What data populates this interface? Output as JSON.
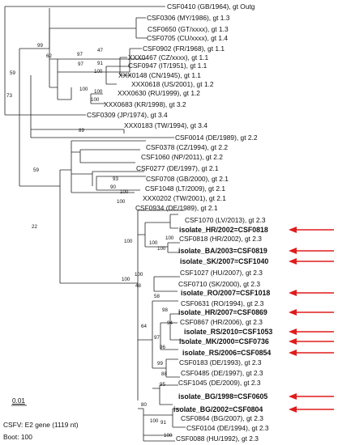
{
  "leaves": [
    {
      "label": "CSF0410 (GB/1964), gt Outg",
      "bold": false,
      "arrow": false
    },
    {
      "label": "CSF0306 (MY/1986), gt 1.3",
      "bold": false,
      "arrow": false
    },
    {
      "label": "CSF0650 (GT/xxxx), gt 1.3",
      "bold": false,
      "arrow": false
    },
    {
      "label": "CSF0705 (CU/xxxx), gt 1.4",
      "bold": false,
      "arrow": false
    },
    {
      "label": "CSF0902 (FR/1968), gt 1.1",
      "bold": false,
      "arrow": false
    },
    {
      "label": "XXX0467 (CZ/xxxx), gt 1.1",
      "bold": false,
      "arrow": false
    },
    {
      "label": "CSF0947 (IT/1951), gt 1.1",
      "bold": false,
      "arrow": false
    },
    {
      "label": "XXX0148 (CN/1945), gt 1.1",
      "bold": false,
      "arrow": false
    },
    {
      "label": "XXX0618 (US/2001), gt 1.2",
      "bold": false,
      "arrow": false
    },
    {
      "label": "XXX0630 (RU/1999), gt 1.2",
      "bold": false,
      "arrow": false
    },
    {
      "label": "XXX0683 (KR/1998), gt 3.2",
      "bold": false,
      "arrow": false
    },
    {
      "label": "CSF0309 (JP/1974), gt 3.4",
      "bold": false,
      "arrow": false
    },
    {
      "label": "XXX0183 (TW/1994), gt 3.4",
      "bold": false,
      "arrow": false
    },
    {
      "label": "CSF0014 (DE/1989), gt 2.2",
      "bold": false,
      "arrow": false
    },
    {
      "label": "CSF0378 (CZ/1994), gt 2.2",
      "bold": false,
      "arrow": false
    },
    {
      "label": "CSF1060 (NP/2011), gt 2.2",
      "bold": false,
      "arrow": false
    },
    {
      "label": "CSF0277 (DE/1997), gt 2.1",
      "bold": false,
      "arrow": false
    },
    {
      "label": "CSF0708 (GB/2000), gt 2.1",
      "bold": false,
      "arrow": false
    },
    {
      "label": "CSF1048 (LT/2009), gt 2.1",
      "bold": false,
      "arrow": false
    },
    {
      "label": "XXX0202 (TW/2001), gt 2.1",
      "bold": false,
      "arrow": false
    },
    {
      "label": "CSF0934 (DE/1989), gt 2.1",
      "bold": false,
      "arrow": false
    },
    {
      "label": "CSF1070 (LV/2013), gt 2.3",
      "bold": false,
      "arrow": false
    },
    {
      "label": "isolate_HR/2002=CSF0818",
      "bold": true,
      "arrow": true
    },
    {
      "label": "CSF0818 (HR/2002), gt 2.3",
      "bold": false,
      "arrow": false
    },
    {
      "label": "isolate_BA/2003=CSF0819",
      "bold": true,
      "arrow": true
    },
    {
      "label": "isolate_SK/2007=CSF1040",
      "bold": true,
      "arrow": true
    },
    {
      "label": "CSF1027 (HU/2007), gt 2.3",
      "bold": false,
      "arrow": false
    },
    {
      "label": "CSF0710 (SK/2000), gt 2.3",
      "bold": false,
      "arrow": false
    },
    {
      "label": "isolate_RO/2007=CSF1018",
      "bold": true,
      "arrow": true
    },
    {
      "label": "CSF0631 (RO/1994), gt 2.3",
      "bold": false,
      "arrow": false
    },
    {
      "label": "isolate_HR/2007=CSF0869",
      "bold": true,
      "arrow": true
    },
    {
      "label": "CSF0867 (HR/2006), gt 2.3",
      "bold": false,
      "arrow": false
    },
    {
      "label": "isolate_RS/2010=CSF1053",
      "bold": true,
      "arrow": true
    },
    {
      "label": "isolate_MK/2000=CSF0736",
      "bold": true,
      "arrow": true
    },
    {
      "label": "isolate_RS/2006=CSF0854",
      "bold": true,
      "arrow": true
    },
    {
      "label": "CSF0183 (DE/1993), gt 2.3",
      "bold": false,
      "arrow": false
    },
    {
      "label": "CSF0485 (DE/1997), gt 2.3",
      "bold": false,
      "arrow": false
    },
    {
      "label": "CSF1045 (DE/2009), gt 2.3",
      "bold": false,
      "arrow": false
    },
    {
      "label": "isolate_BG/1998=CSF0605",
      "bold": true,
      "arrow": true
    },
    {
      "label": "isolate_BG/2002=CSF0804",
      "bold": true,
      "arrow": true
    },
    {
      "label": "CSF0864 (BG/2007), gt 2.3",
      "bold": false,
      "arrow": false
    },
    {
      "label": "CSF0104 (DE/1994), gt 2.3",
      "bold": false,
      "arrow": false
    },
    {
      "label": "CSF0088 (HU/1992), gt 2.3",
      "bold": false,
      "arrow": false
    }
  ],
  "bootstrap_values": [
    "99",
    "62",
    "97",
    "47",
    "91",
    "100",
    "100",
    "59",
    "73",
    "97",
    "100",
    "100",
    "89",
    "59",
    "93",
    "90",
    "100",
    "100",
    "22",
    "100",
    "100",
    "100",
    "100",
    "48",
    "58",
    "100",
    "98",
    "94",
    "64",
    "97",
    "96",
    "99",
    "88",
    "95",
    "80",
    "100",
    "91",
    "100",
    "100"
  ],
  "scale_bar": {
    "label": "0.01"
  },
  "footer": {
    "line1": "CSFV: E2 gene (1119 nt)",
    "line2": "Boot: 100"
  },
  "colors": {
    "arrow": "#e01b1b",
    "branch": "#222222"
  }
}
